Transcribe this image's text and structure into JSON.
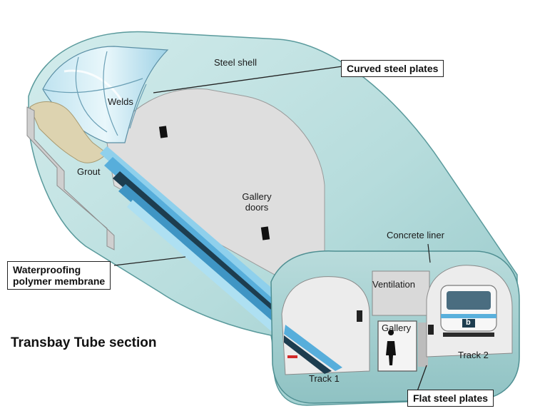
{
  "title": "Transbay Tube section",
  "labels": {
    "steel_shell": "Steel shell",
    "curved_steel_plates": "Curved steel plates",
    "welds": "Welds",
    "grout": "Grout",
    "gallery_doors_line1": "Gallery",
    "gallery_doors_line2": "doors",
    "concrete_liner": "Concrete liner",
    "waterproofing_line1": "Waterproofing",
    "waterproofing_line2": "polymer membrane",
    "ventilation": "Ventilation",
    "gallery": "Gallery",
    "track_1": "Track 1",
    "track_2": "Track 2",
    "flat_steel_plates": "Flat steel plates",
    "train_logo": "b"
  },
  "colors": {
    "shell_teal": "#b6dcdc",
    "shell_dark": "#7fb9bb",
    "interior_gray": "#dedede",
    "stripe_blue": "#57aedb",
    "stripe_dark": "#1d3d4f",
    "grout_tan": "#ddd3b0",
    "accent_red": "#d22a2a"
  }
}
